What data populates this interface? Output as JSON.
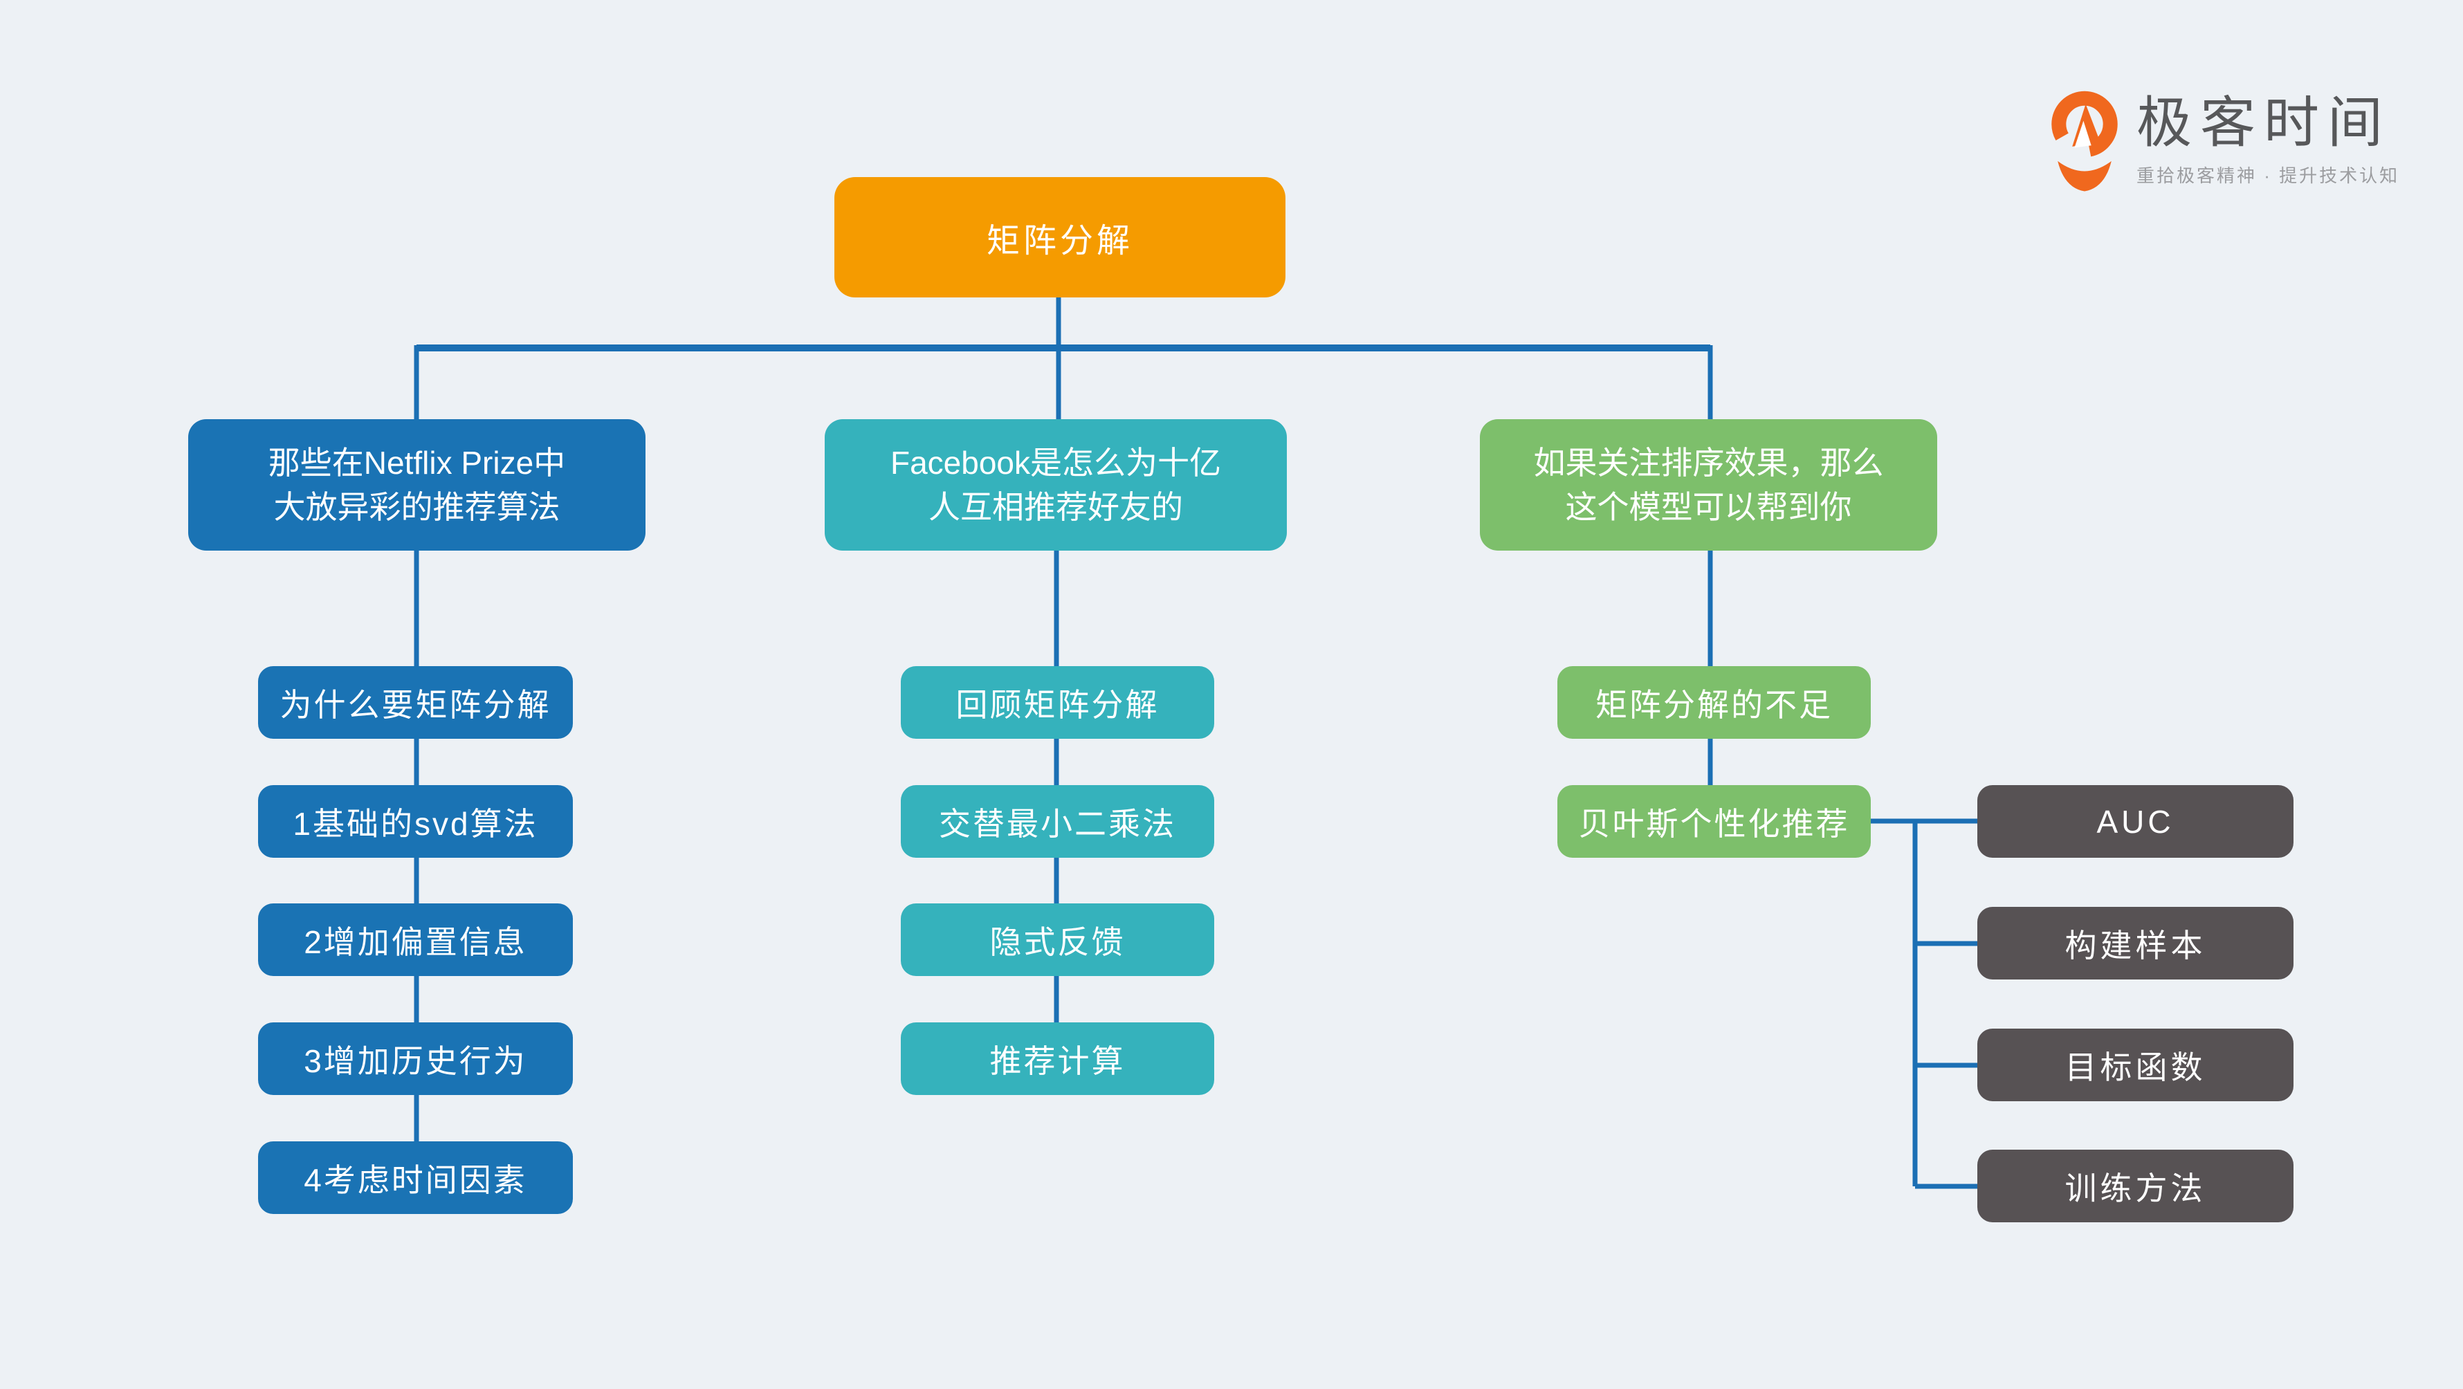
{
  "canvas": {
    "background_color": "#edf1f5",
    "connector_color": "#1b6fb4"
  },
  "logo": {
    "name": "极客时间",
    "tagline": "重拾极客精神 · 提升技术认知",
    "icon": "geektime-pin-icon",
    "brand_color": "#f0681e",
    "name_color": "#57585a",
    "tagline_color": "#9c9da0"
  },
  "root": {
    "label": "矩阵分解",
    "color": "#f59b00"
  },
  "branches": [
    {
      "title_line1": "那些在Netflix Prize中",
      "title_line2": "大放异彩的推荐算法",
      "color": "#1a73b4",
      "children": [
        "为什么要矩阵分解",
        "1基础的svd算法",
        "2增加偏置信息",
        "3增加历史行为",
        "4考虑时间因素"
      ]
    },
    {
      "title_line1": "Facebook是怎么为十亿",
      "title_line2": "人互相推荐好友的",
      "color": "#35b2bc",
      "children": [
        "回顾矩阵分解",
        "交替最小二乘法",
        "隐式反馈",
        "推荐计算"
      ]
    },
    {
      "title_line1": "如果关注排序效果，那么",
      "title_line2": "这个模型可以帮到你",
      "color": "#7dbf6b",
      "children": [
        "矩阵分解的不足",
        "贝叶斯个性化推荐"
      ],
      "grandchildren": {
        "parent": "贝叶斯个性化推荐",
        "color": "#575254",
        "items": [
          "AUC",
          "构建样本",
          "目标函数",
          "训练方法"
        ]
      }
    }
  ]
}
